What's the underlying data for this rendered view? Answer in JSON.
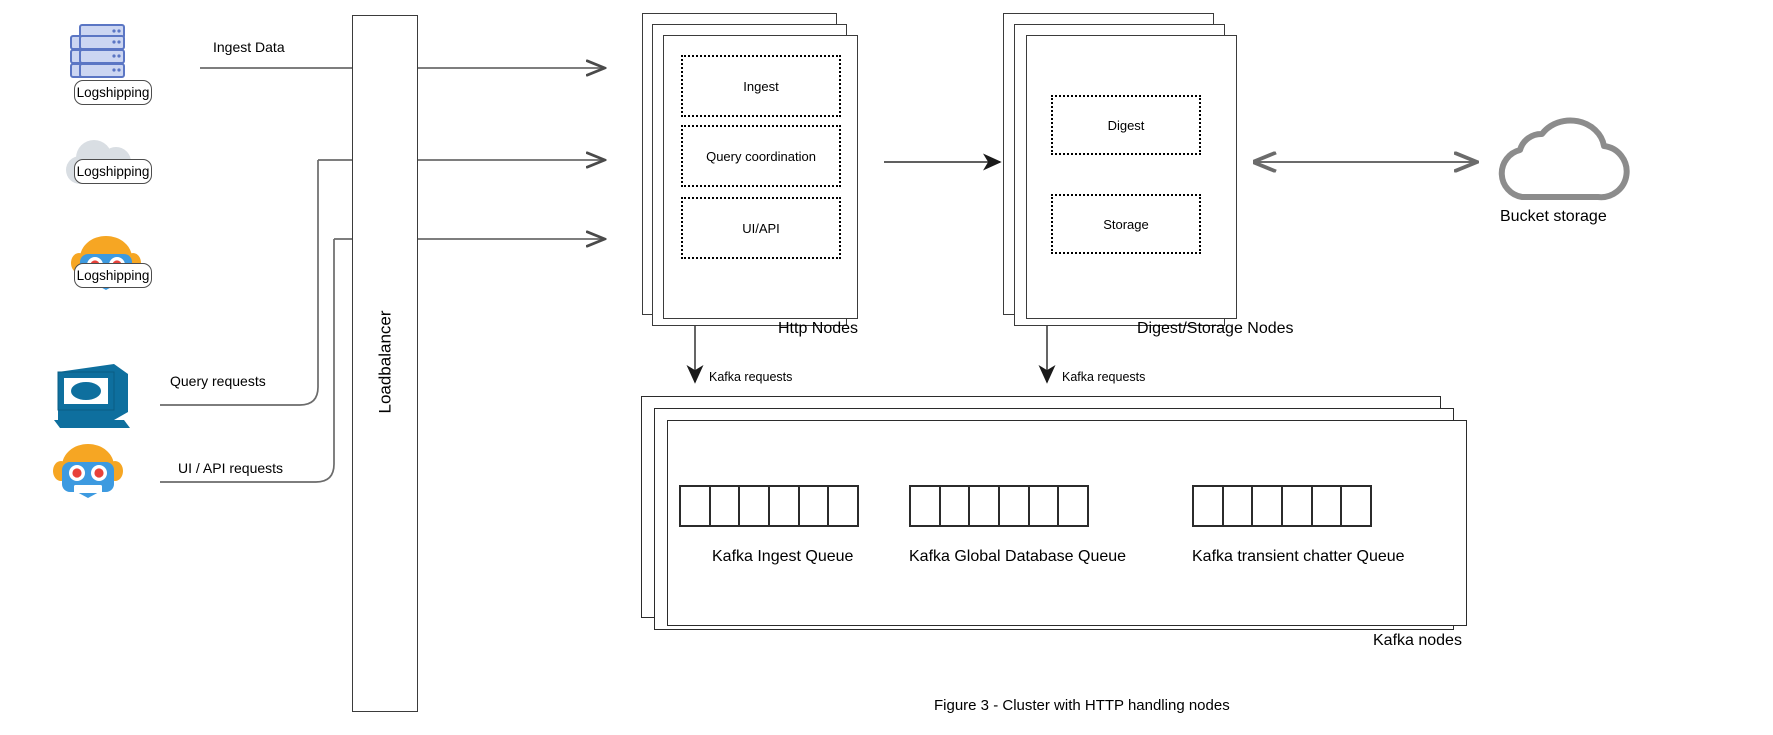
{
  "figure": {
    "caption": "Figure 3 - Cluster with HTTP handling nodes"
  },
  "sources": [
    {
      "icon": "server-stack-icon",
      "label": "Logshipping"
    },
    {
      "icon": "cloud-icon",
      "label": "Logshipping"
    },
    {
      "icon": "robot-icon",
      "label": "Logshipping"
    },
    {
      "icon": "workstation-icon",
      "label": ""
    },
    {
      "icon": "robot-icon",
      "label": ""
    }
  ],
  "flows": {
    "ingest_data": "Ingest Data",
    "query_requests": "Query requests",
    "ui_api_requests": "UI / API requests",
    "kafka_requests_http": "Kafka requests",
    "kafka_requests_digest": "Kafka requests"
  },
  "loadbalancer": {
    "label": "Loadbalancer"
  },
  "http_nodes": {
    "label": "Http Nodes",
    "stack_count": 3,
    "components": [
      "Ingest",
      "Query coordination",
      "UI/API"
    ]
  },
  "digest_storage_nodes": {
    "label": "Digest/Storage Nodes",
    "stack_count": 3,
    "components": [
      "Digest",
      "Storage"
    ]
  },
  "bucket_storage": {
    "label": "Bucket storage",
    "icon": "cloud-icon"
  },
  "kafka_nodes": {
    "label": "Kafka nodes",
    "stack_count": 3,
    "queues": [
      {
        "label": "Kafka Ingest Queue",
        "cells": 6
      },
      {
        "label": "Kafka Global Database Queue",
        "cells": 6
      },
      {
        "label": "Kafka transient chatter Queue",
        "cells": 6
      }
    ]
  },
  "colors": {
    "line": "#6b6b6b",
    "arrow": "#1a1a1a",
    "card_border": "#3b3b3b",
    "cloud": "#8c8c8c",
    "server_blue": "#7a93d6",
    "workstation_blue": "#0e6f9e",
    "robot_blue": "#3d9ae0",
    "cloud_grey": "#d9dee3"
  }
}
